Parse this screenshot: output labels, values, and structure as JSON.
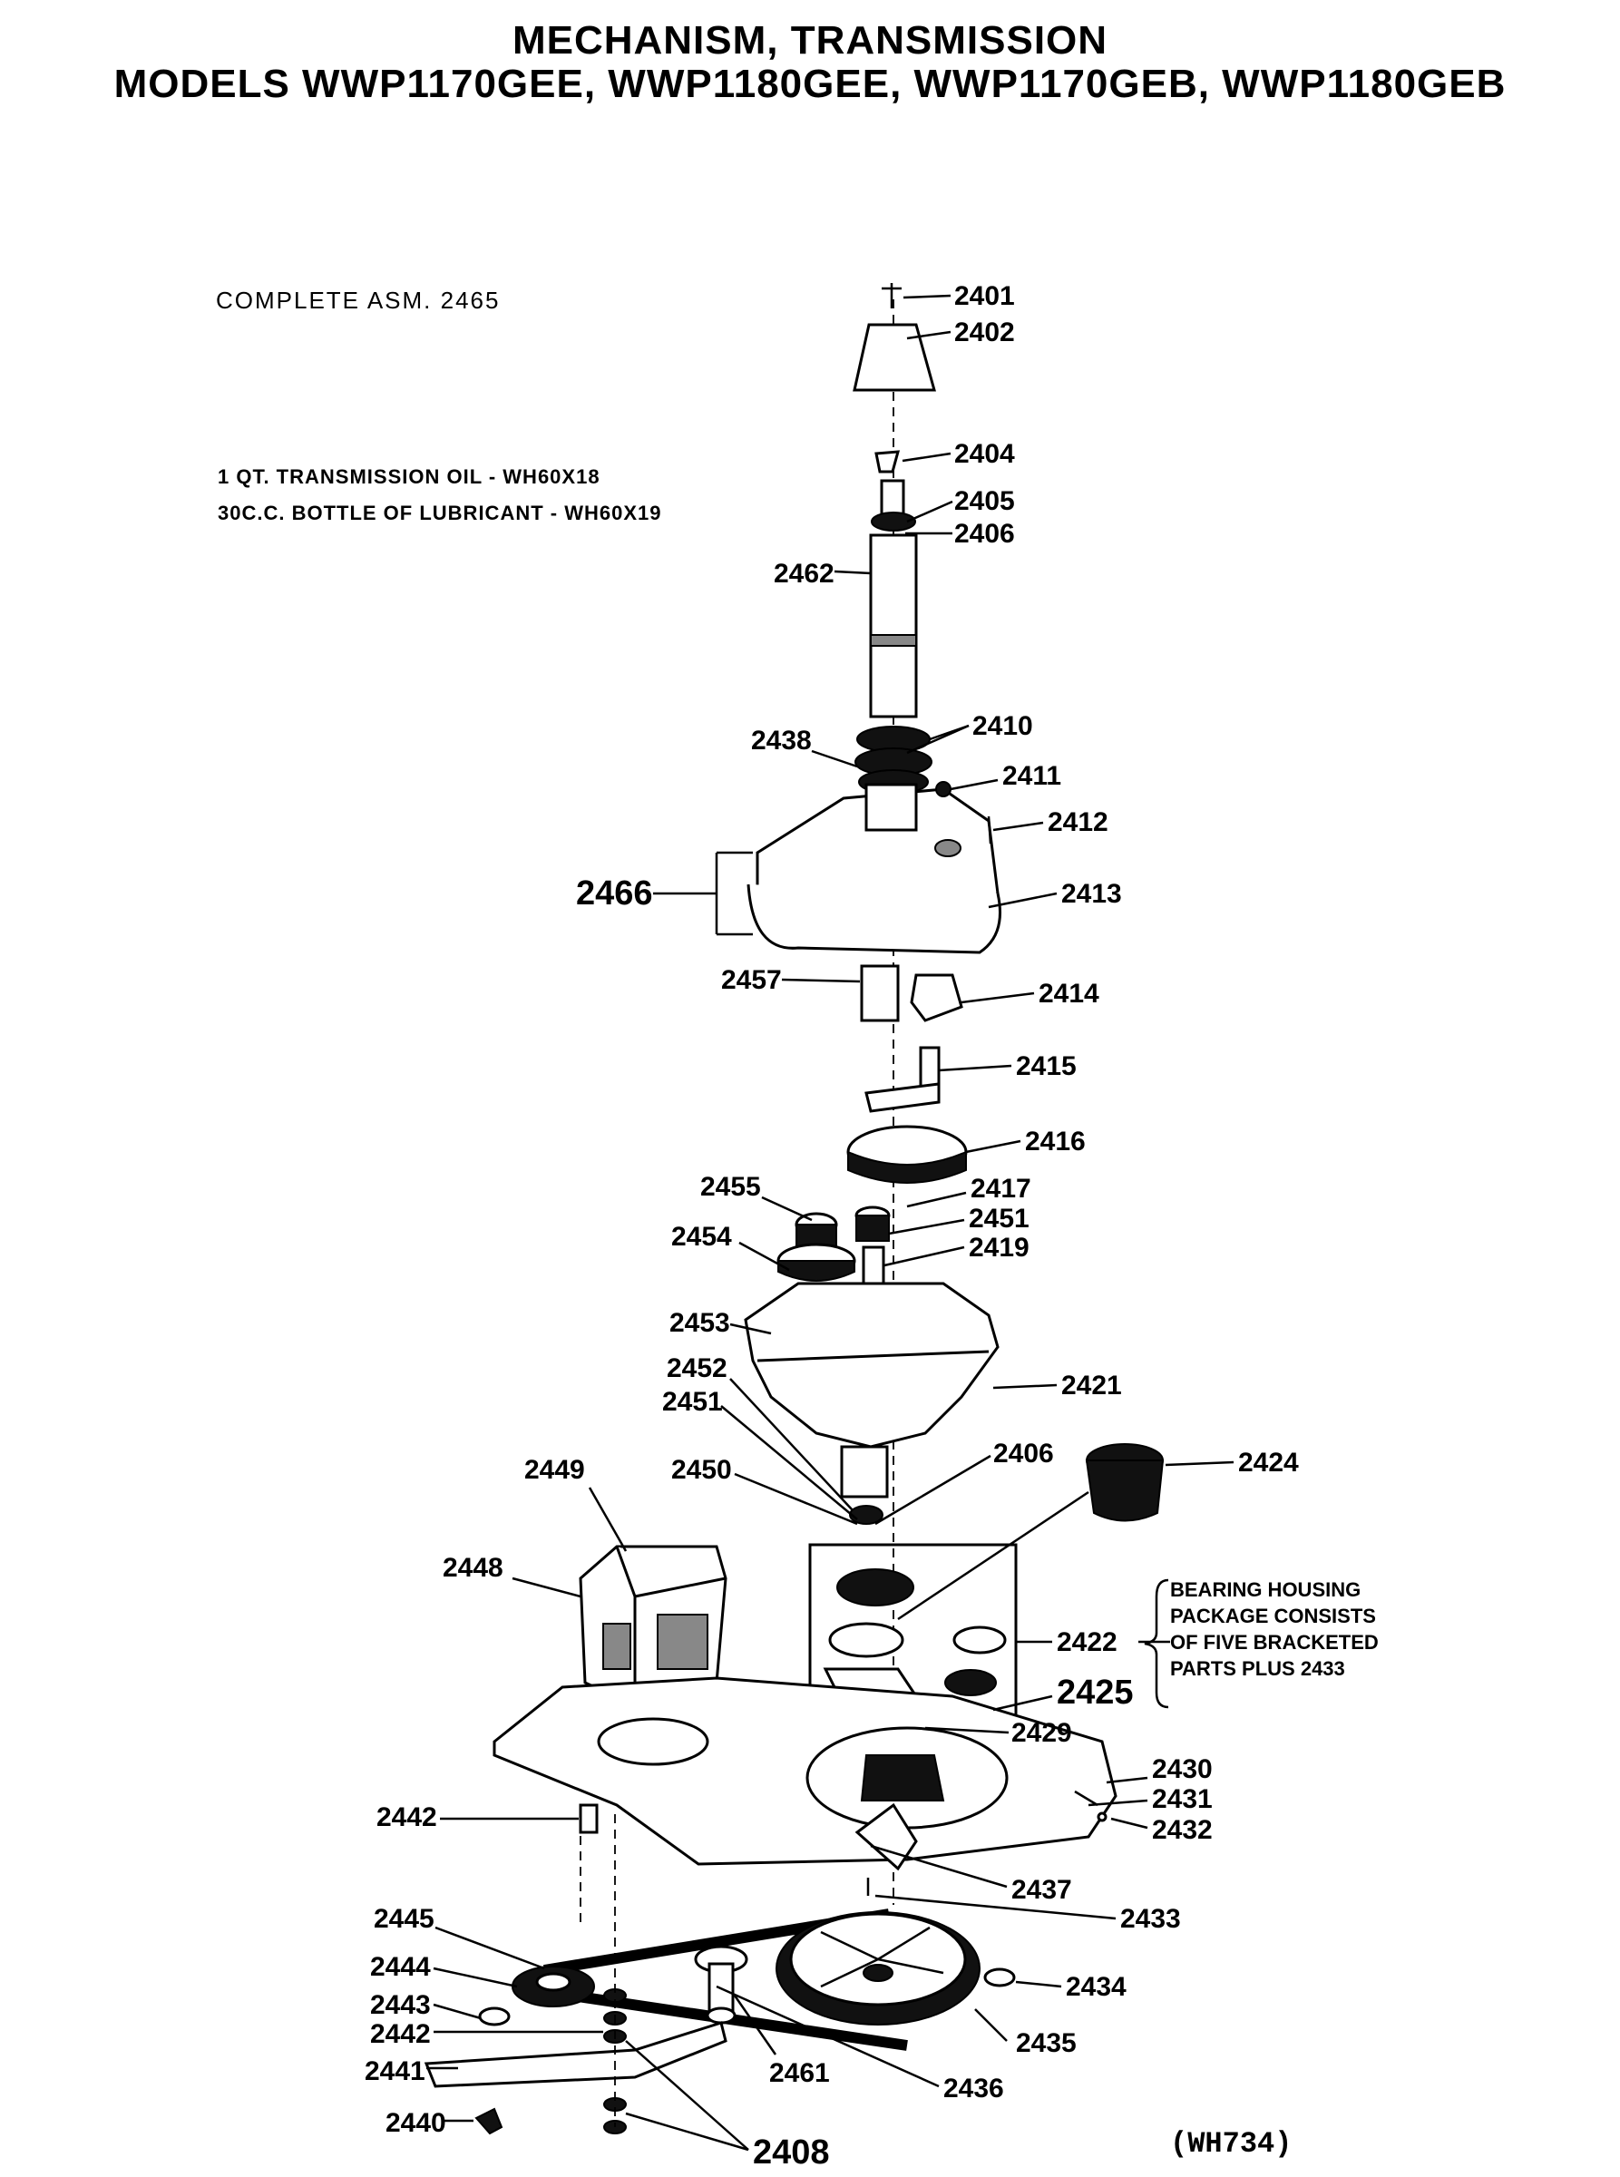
{
  "title": {
    "line1": "MECHANISM, TRANSMISSION",
    "line2": "MODELS WWP1170GEE, WWP1180GEE, WWP1170GEB, WWP1180GEB"
  },
  "notes": {
    "complete_asm": "COMPLETE ASM. 2465",
    "oil": "1 QT. TRANSMISSION OIL - WH60X18",
    "lubricant": "30C.C. BOTTLE OF LUBRICANT - WH60X19"
  },
  "bearing_note": {
    "line1": "BEARING HOUSING",
    "line2": "PACKAGE CONSISTS",
    "line3": "OF FIVE BRACKETED",
    "line4": "PARTS PLUS 2433"
  },
  "figure_code": "(WH734)",
  "part_labels": {
    "p2401": "2401",
    "p2402": "2402",
    "p2404": "2404",
    "p2405": "2405",
    "p2406a": "2406",
    "p2462": "2462",
    "p2410": "2410",
    "p2438": "2438",
    "p2411": "2411",
    "p2412": "2412",
    "p2466": "2466",
    "p2413": "2413",
    "p2457": "2457",
    "p2414": "2414",
    "p2415": "2415",
    "p2416": "2416",
    "p2455": "2455",
    "p2417": "2417",
    "p2451a": "2451",
    "p2454": "2454",
    "p2419": "2419",
    "p2453": "2453",
    "p2452": "2452",
    "p2451b": "2451",
    "p2421": "2421",
    "p2450": "2450",
    "p2406b": "2406",
    "p2424": "2424",
    "p2449": "2449",
    "p2448": "2448",
    "p2422": "2422",
    "p2425": "2425",
    "p2429": "2429",
    "p2430": "2430",
    "p2431": "2431",
    "p2432": "2432",
    "p2442a": "2442",
    "p2437": "2437",
    "p2433": "2433",
    "p2445": "2445",
    "p2444": "2444",
    "p2443": "2443",
    "p2434": "2434",
    "p2442b": "2442",
    "p2435": "2435",
    "p2441": "2441",
    "p2461": "2461",
    "p2436": "2436",
    "p2440": "2440",
    "p2408": "2408"
  }
}
